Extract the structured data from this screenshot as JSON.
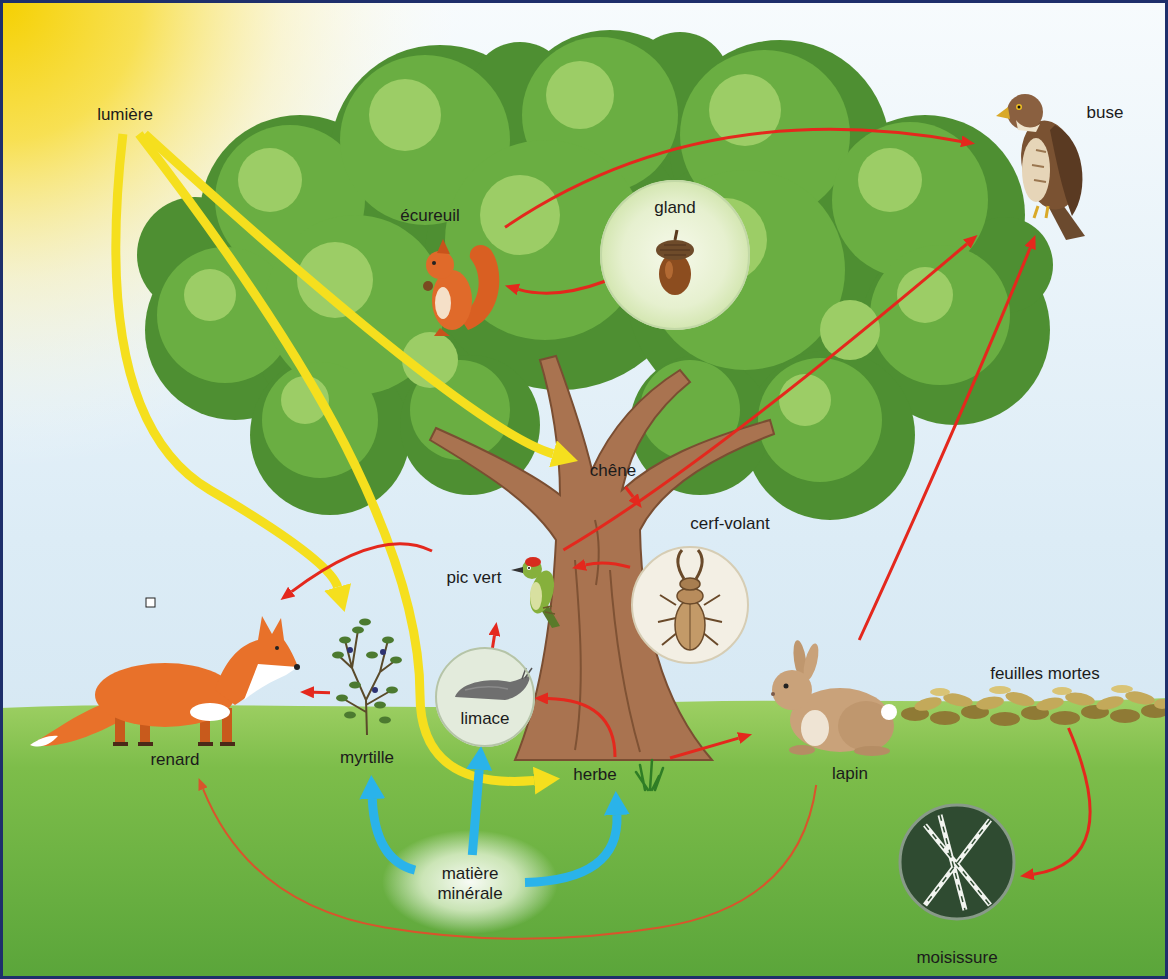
{
  "diagram": {
    "nodes": [
      {
        "text": [
          "lumière"
        ]
      },
      {
        "text": [
          "buse"
        ]
      },
      {
        "text": [
          "écureuil"
        ]
      },
      {
        "text": [
          "gland"
        ]
      },
      {
        "text": [
          "chêne"
        ]
      },
      {
        "text": [
          "cerf-volant"
        ]
      },
      {
        "text": [
          "pic vert"
        ]
      },
      {
        "text": [
          "feuilles mortes"
        ]
      },
      {
        "text": [
          "limace"
        ]
      },
      {
        "text": [
          "renard"
        ]
      },
      {
        "text": [
          "myrtille"
        ]
      },
      {
        "text": [
          "herbe"
        ]
      },
      {
        "text": [
          "lapin"
        ]
      },
      {
        "text": [
          "matière minérale"
        ]
      },
      {
        "text": [
          "moisissure"
        ]
      }
    ],
    "edges": [
      {
        "from": 0,
        "to": 4,
        "arrow": "to"
      },
      {
        "from": 0,
        "to": 10,
        "arrow": "to"
      },
      {
        "from": 0,
        "to": 11,
        "arrow": "to"
      },
      {
        "from": 3,
        "to": 2,
        "arrow": "to"
      },
      {
        "from": 2,
        "to": 1,
        "arrow": "to"
      },
      {
        "from": 6,
        "to": 1,
        "arrow": "to"
      },
      {
        "from": 6,
        "to": 9,
        "arrow": "to"
      },
      {
        "from": 5,
        "to": 6,
        "arrow": "to"
      },
      {
        "from": 8,
        "to": 6,
        "arrow": "to"
      },
      {
        "from": 4,
        "to": 5,
        "arrow": "to"
      },
      {
        "from": 11,
        "to": 8,
        "arrow": "to"
      },
      {
        "from": 11,
        "to": 12,
        "arrow": "to"
      },
      {
        "from": 12,
        "to": 1,
        "arrow": "to"
      },
      {
        "from": 12,
        "to": 9,
        "arrow": "to"
      },
      {
        "from": 10,
        "to": 9,
        "arrow": "to"
      },
      {
        "from": 7,
        "to": 14,
        "arrow": "to"
      },
      {
        "from": 13,
        "to": 10,
        "arrow": "to"
      },
      {
        "from": 13,
        "to": 8,
        "arrow": "to"
      },
      {
        "from": 13,
        "to": 11,
        "arrow": "to"
      }
    ]
  }
}
